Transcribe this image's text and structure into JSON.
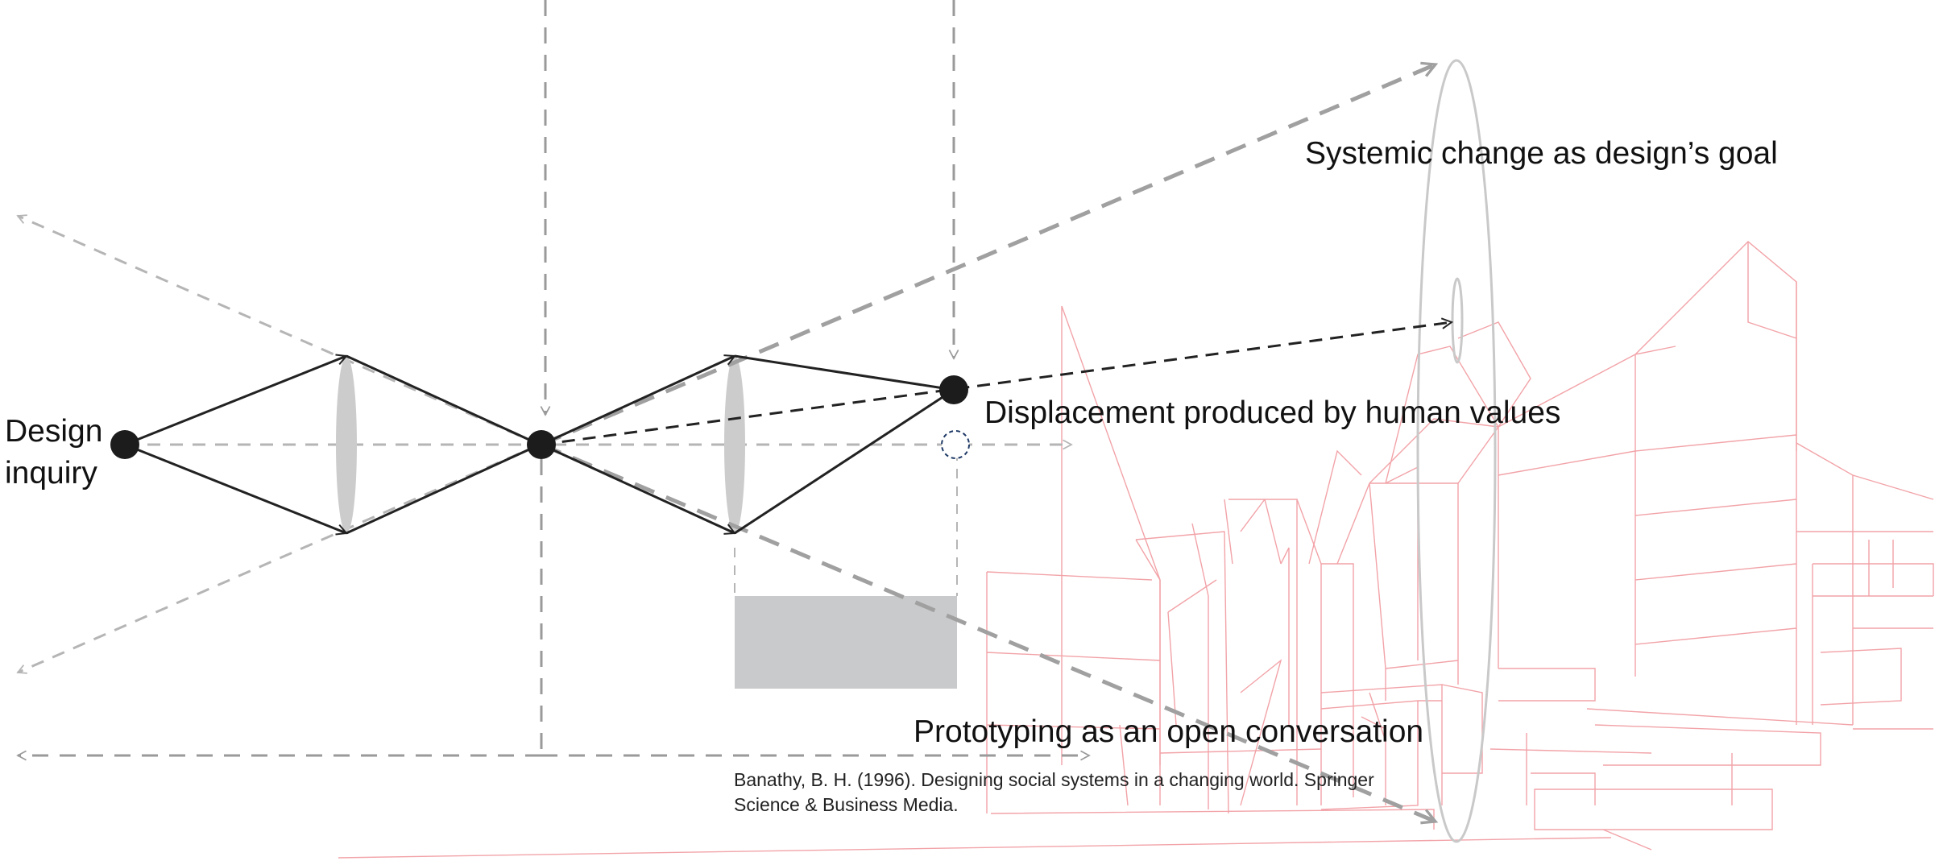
{
  "labels": {
    "design_inquiry_line1": "Design",
    "design_inquiry_line2": "inquiry",
    "systemic_change": "Systemic change as design’s goal",
    "displacement": "Displacement produced by human values",
    "prototyping": "Prototyping as an open conversation"
  },
  "citation": {
    "line1": "Banathy, B. H. (1996). Designing social systems in a changing world. Springer",
    "line2": "Science & Business Media."
  },
  "colors": {
    "node": "#1c1c1c",
    "solid_line": "#222222",
    "dashed_gray": "#9a9a9a",
    "dashed_light": "#b5b5b5",
    "lens_fill": "#cccccc",
    "building_outline": "#f2a3a8",
    "box_fill": "#c9cacc",
    "marker_circle": "#1f3a66"
  }
}
